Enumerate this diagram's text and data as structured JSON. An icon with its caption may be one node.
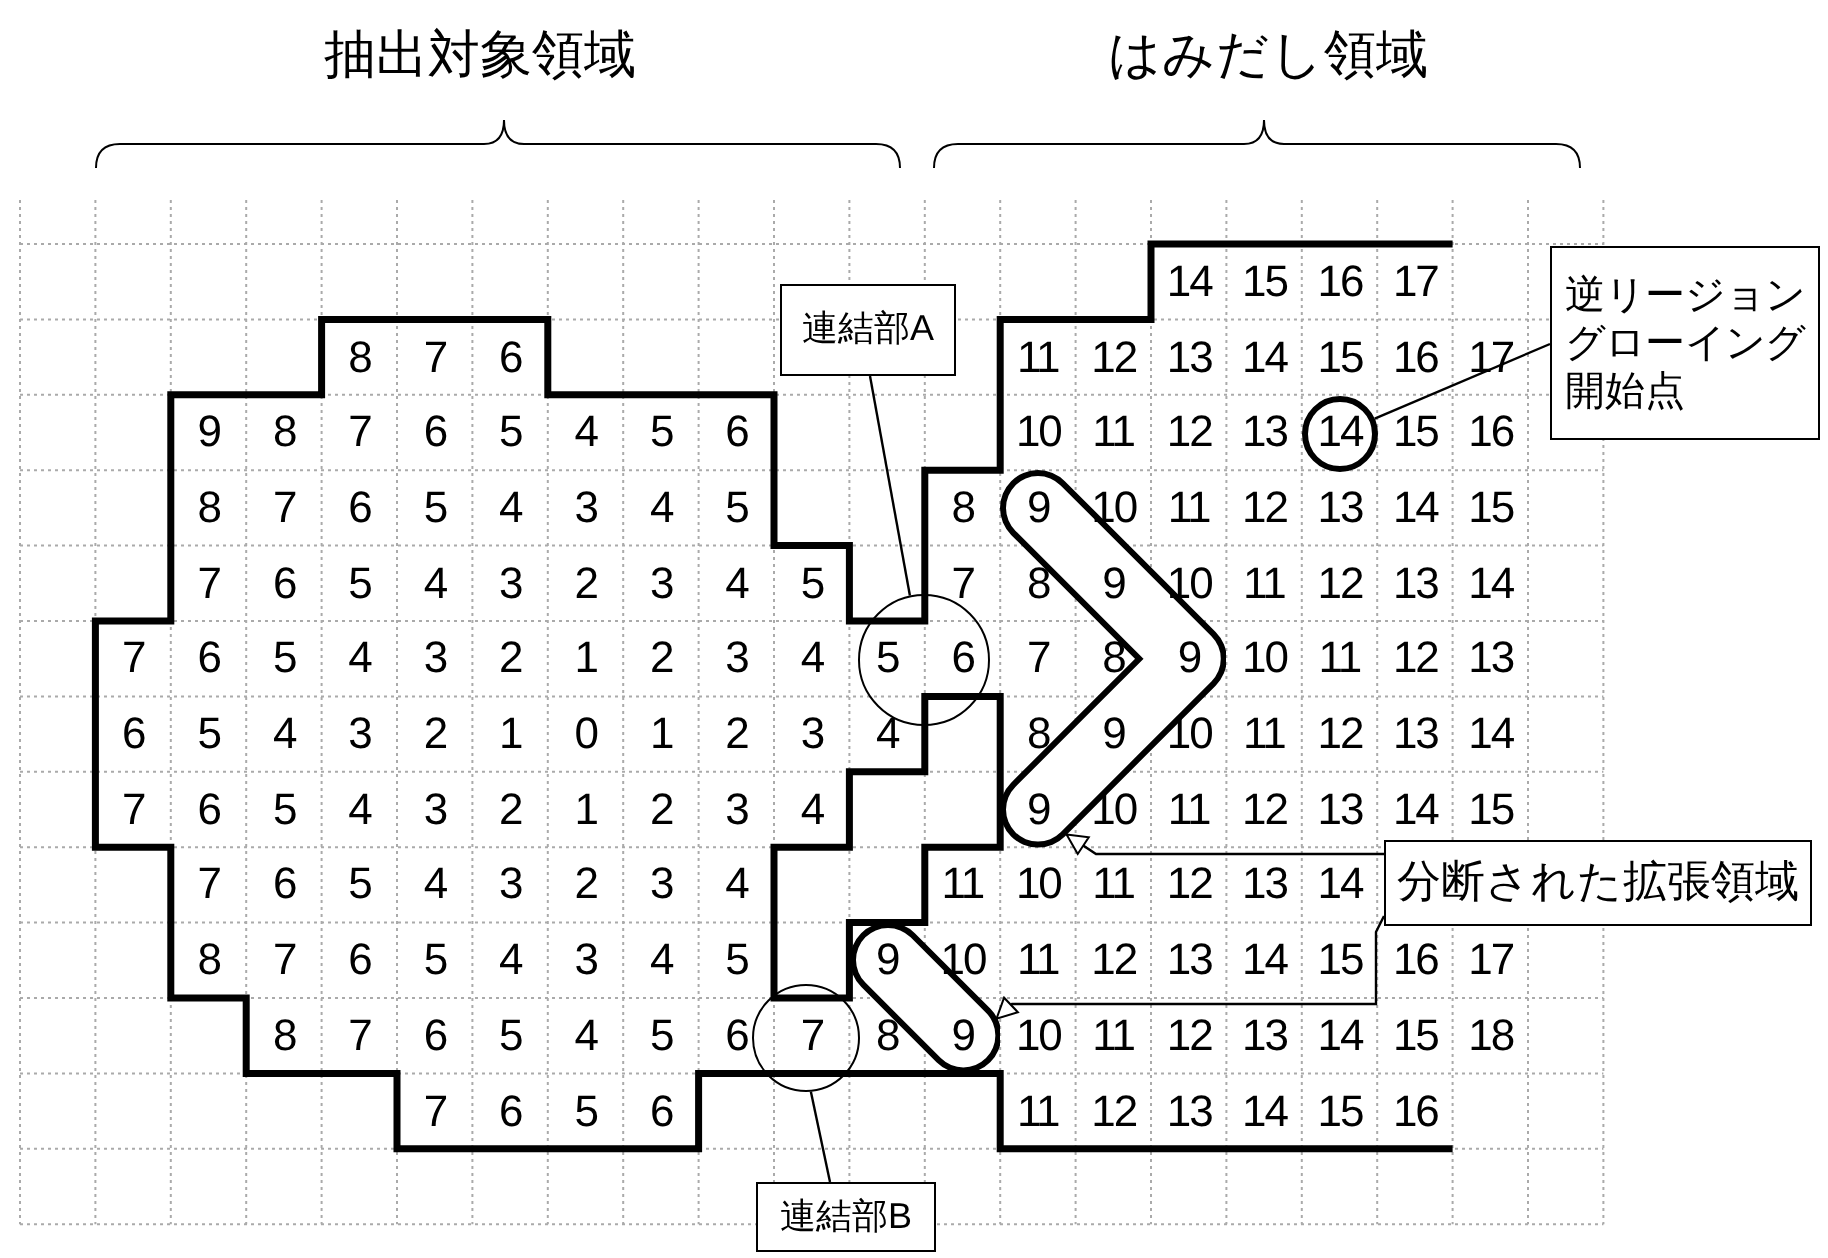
{
  "diagram": {
    "nodes": [
      {
        "text": [
          "連結部A"
        ]
      },
      {
        "text": [],
        "shape": "circle"
      },
      {
        "text": [
          "逆リージョングローイング開始点"
        ]
      },
      {
        "text": [],
        "shape": "circle"
      },
      {
        "text": [
          "分断された拡張領域"
        ]
      },
      {
        "text": [],
        "shape": "blob"
      },
      {
        "text": [],
        "shape": "blob"
      },
      {
        "text": [],
        "shape": "circle"
      },
      {
        "text": [
          "連結部B"
        ]
      }
    ],
    "edges": [
      {
        "from": 0,
        "to": 1,
        "arrow": "none"
      },
      {
        "from": 2,
        "to": 3,
        "arrow": "none"
      },
      {
        "from": 4,
        "to": 5,
        "arrow": "to"
      },
      {
        "from": 4,
        "to": 6,
        "arrow": "to"
      },
      {
        "from": 8,
        "to": 7,
        "arrow": "none"
      }
    ],
    "labels": [
      "抽出対象領域",
      "はみだし領域",
      "14",
      "15",
      "16",
      "17",
      "8",
      "7",
      "6",
      "11",
      "12",
      "13",
      "14",
      "15",
      "16",
      "17",
      "9",
      "8",
      "7",
      "6",
      "5",
      "4",
      "5",
      "6",
      "10",
      "11",
      "12",
      "13",
      "14",
      "15",
      "16",
      "8",
      "7",
      "6",
      "5",
      "4",
      "3",
      "4",
      "5",
      "8",
      "9",
      "10",
      "11",
      "12",
      "13",
      "14",
      "15",
      "7",
      "6",
      "5",
      "4",
      "3",
      "2",
      "3",
      "4",
      "5",
      "7",
      "8",
      "9",
      "10",
      "11",
      "12",
      "13",
      "14",
      "7",
      "6",
      "5",
      "4",
      "3",
      "2",
      "1",
      "2",
      "3",
      "4",
      "5",
      "6",
      "7",
      "8",
      "9",
      "10",
      "11",
      "12",
      "13",
      "6",
      "5",
      "4",
      "3",
      "2",
      "1",
      "0",
      "1",
      "2",
      "3",
      "4",
      "8",
      "9",
      "10",
      "11",
      "12",
      "13",
      "14",
      "7",
      "6",
      "5",
      "4",
      "3",
      "2",
      "1",
      "2",
      "3",
      "4",
      "9",
      "10",
      "11",
      "12",
      "13",
      "14",
      "15",
      "7",
      "6",
      "5",
      "4",
      "3",
      "2",
      "3",
      "4",
      "11",
      "10",
      "11",
      "12",
      "13",
      "14",
      "8",
      "7",
      "6",
      "5",
      "4",
      "3",
      "4",
      "5",
      "9",
      "10",
      "11",
      "12",
      "13",
      "14",
      "15",
      "16",
      "17",
      "8",
      "7",
      "6",
      "5",
      "4",
      "5",
      "6",
      "7",
      "8",
      "9",
      "10",
      "11",
      "12",
      "13",
      "14",
      "15",
      "18",
      "7",
      "6",
      "5",
      "6",
      "11",
      "12",
      "13",
      "14",
      "15",
      "16"
    ]
  }
}
